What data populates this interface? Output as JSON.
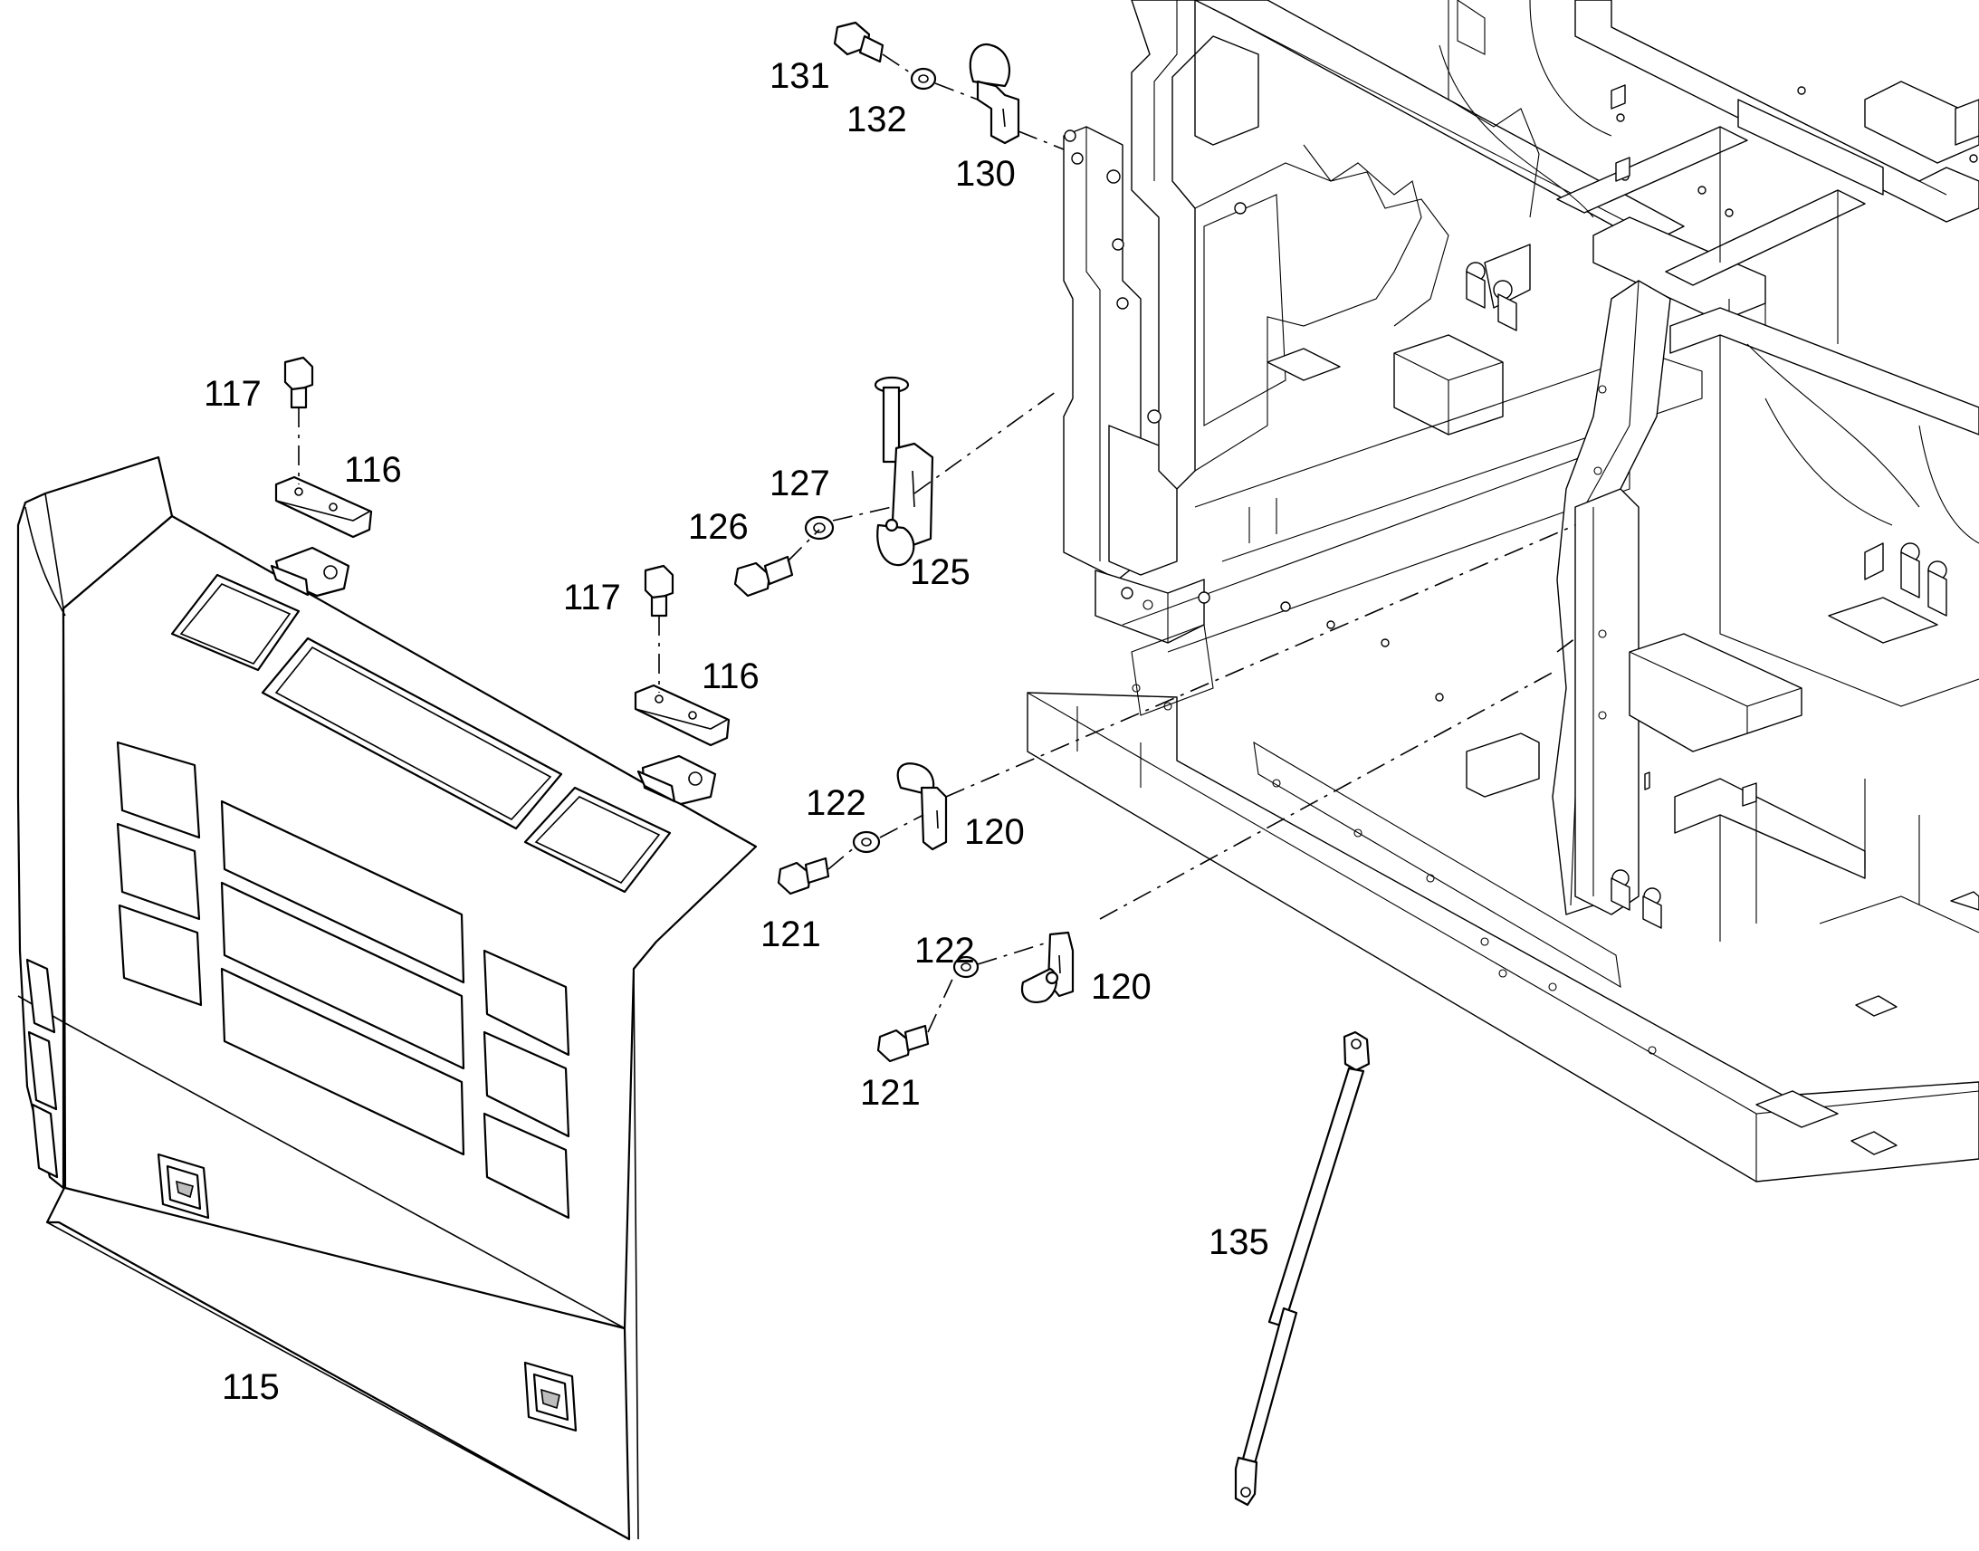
{
  "callouts": {
    "c115": "115",
    "c116a": "116",
    "c116b": "116",
    "c117a": "117",
    "c117b": "117",
    "c120a": "120",
    "c120b": "120",
    "c121a": "121",
    "c121b": "121",
    "c122a": "122",
    "c122b": "122",
    "c125": "125",
    "c126": "126",
    "c127": "127",
    "c130": "130",
    "c131": "131",
    "c132": "132",
    "c135": "135"
  }
}
